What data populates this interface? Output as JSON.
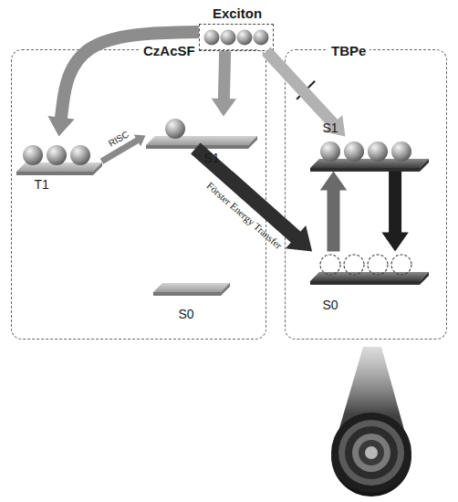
{
  "diagram": {
    "nodes": [
      {
        "text": [
          "Exciton"
        ]
      },
      {
        "text": [
          "CzAcSF"
        ]
      },
      {
        "text": [
          "T1"
        ],
        "in": 1
      },
      {
        "text": [
          "S1"
        ],
        "in": 1
      },
      {
        "text": [
          "S0"
        ],
        "in": 1
      },
      {
        "text": [
          "TBPe"
        ]
      },
      {
        "text": [
          "S1"
        ],
        "in": 5
      },
      {
        "text": [
          "S0"
        ],
        "in": 5
      }
    ],
    "edges": [
      {
        "from": 0,
        "to": 2,
        "arrow": "to"
      },
      {
        "from": 0,
        "to": 3,
        "arrow": "to"
      },
      {
        "from": 0,
        "to": 6,
        "arrow": "to"
      },
      {
        "from": 2,
        "to": 3,
        "label": "RISC",
        "arrow": "to"
      },
      {
        "from": 3,
        "to": 7,
        "label": "Förster Energy Transfer",
        "arrow": "to"
      },
      {
        "from": 7,
        "to": 6,
        "arrow": "to"
      },
      {
        "from": 6,
        "to": 7,
        "arrow": "to"
      }
    ]
  }
}
